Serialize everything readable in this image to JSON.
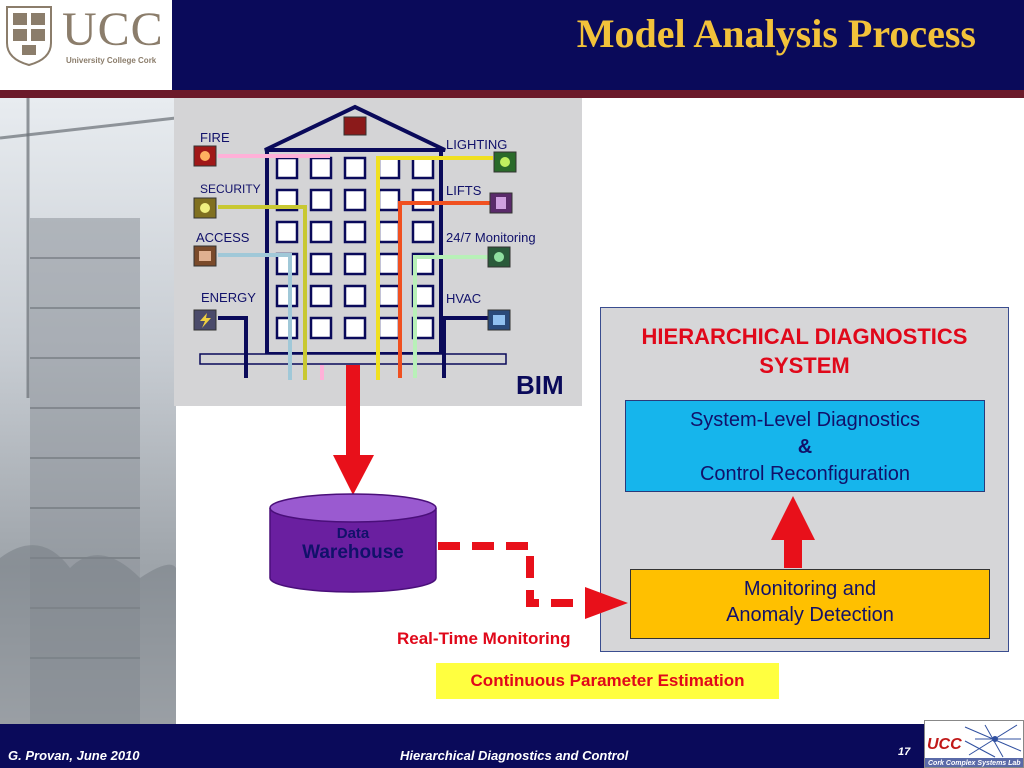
{
  "header": {
    "title": "Model Analysis Process",
    "logo_text": "UCC",
    "logo_subtitle": "University College Cork"
  },
  "bim": {
    "label": "BIM",
    "systems_left": [
      "FIRE",
      "SECURITY",
      "ACCESS",
      "ENERGY"
    ],
    "systems_right": [
      "LIGHTING",
      "LIFTS",
      "24/7 Monitoring",
      "HVAC"
    ]
  },
  "data_warehouse": {
    "line1": "Data",
    "line2": "Warehouse"
  },
  "real_time_monitoring": "Real-Time Monitoring",
  "diagnostics": {
    "heading_line1": "HIERARCHICAL DIAGNOSTICS",
    "heading_line2": "SYSTEM",
    "system_level": {
      "line1": "System-Level Diagnostics",
      "line2": "&",
      "line3": "Control Reconfiguration"
    },
    "monitoring": {
      "line1": "Monitoring and",
      "line2": "Anomaly Detection"
    }
  },
  "continuous_parameter_estimation": "Continuous Parameter Estimation",
  "footer": {
    "author": "G. Provan, June 2010",
    "center": "Hierarchical Diagnostics and Control",
    "page": "17",
    "lab_logo_text": "Cork Complex Systems Lab",
    "lab_logo_mark": "UCC"
  },
  "colors": {
    "header_bg": "#0a0a5a",
    "title": "#f2c23a",
    "accent_red": "#e0081a",
    "box_blue": "#16b5ec",
    "box_orange": "#ffc000",
    "cylinder_purple": "#6a1fa0",
    "highlight_yellow": "#ffff40"
  }
}
